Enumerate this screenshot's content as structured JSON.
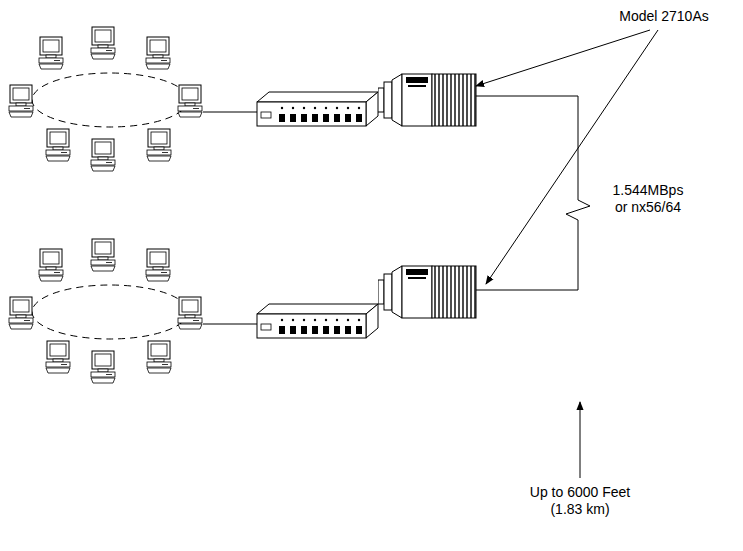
{
  "diagram": {
    "labels": [
      "Model 2710As",
      "1.544MBps or nx56/64",
      "Up to 6000 Feet (1.83 km)"
    ]
  }
}
